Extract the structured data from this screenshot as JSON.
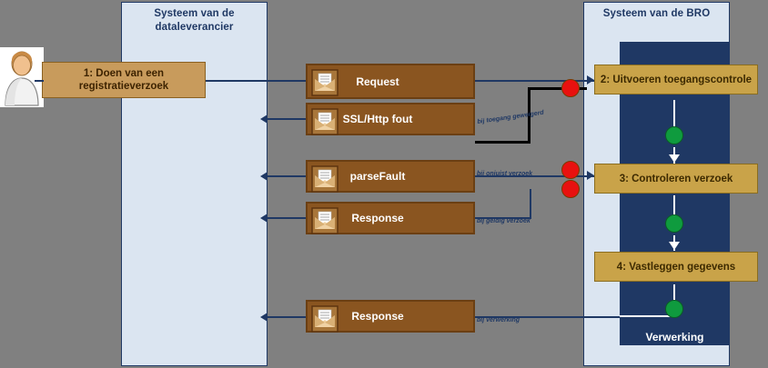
{
  "diagram": {
    "background_color": "#808080",
    "lane_color": "#dbe5f1",
    "lane_border_color": "#1f3864",
    "band_color": "#1f3864",
    "step_color": "#c9a349",
    "message_color": "#8a5520",
    "node_red_color": "#e8110f",
    "node_green_color": "#0f9b3e"
  },
  "lanes": [
    {
      "id": "supplier",
      "title": "Systeem van de\ndataleverancier",
      "title_line1": "Systeem van de",
      "title_line2": "dataleverancier"
    },
    {
      "id": "bro",
      "title": "Systeem van de BRO"
    }
  ],
  "actor": {
    "name": "actor-figure",
    "label": ""
  },
  "steps": [
    {
      "id": "step1",
      "label": "1: Doen van een\nregistratieverzoek",
      "line1": "1: Doen van een",
      "line2": "registratieverzoek"
    },
    {
      "id": "step2",
      "label": "2: Uitvoeren toegangscontrole"
    },
    {
      "id": "step3",
      "label": "3:  Controleren verzoek"
    },
    {
      "id": "step4",
      "label": "4: Vastleggen gegevens"
    }
  ],
  "band_label": "Verwerking",
  "messages": [
    {
      "id": "request",
      "label": "Request",
      "icon": "envelope-icon"
    },
    {
      "id": "sslhttpfout",
      "label": "SSL/Http fout",
      "icon": "envelope-icon"
    },
    {
      "id": "parsefault",
      "label": "parseFault",
      "icon": "envelope-icon"
    },
    {
      "id": "response1",
      "label": "Response",
      "icon": "envelope-icon"
    },
    {
      "id": "response2",
      "label": "Response",
      "icon": "envelope-icon"
    }
  ],
  "annotations": [
    {
      "id": "anno1",
      "text": "bij toegang geweigerd"
    },
    {
      "id": "anno2",
      "text": "bij onjuist verzoek"
    },
    {
      "id": "anno3",
      "text": "bij geldig verzoek"
    },
    {
      "id": "anno4",
      "text": "bij verwerking"
    }
  ]
}
